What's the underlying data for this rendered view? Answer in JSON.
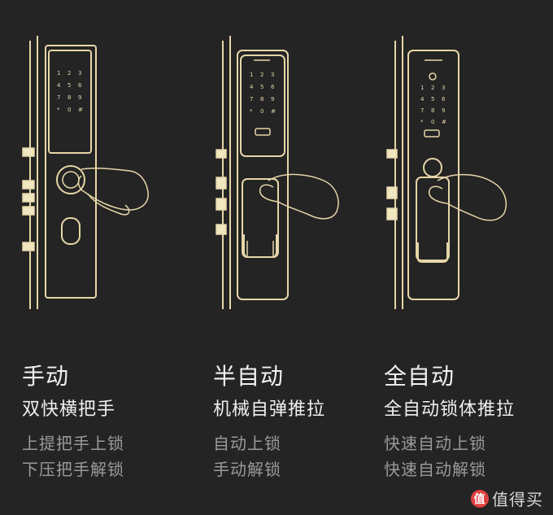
{
  "colors": {
    "background": "#242424",
    "line": "#e6d6a8",
    "text": "#f2f2f2",
    "muted": "#9a9a9a"
  },
  "locks": [
    {
      "title": "手动",
      "subtitle": "双快横把手",
      "desc": [
        "上提把手上锁",
        "下压把手解锁"
      ]
    },
    {
      "title": "半自动",
      "subtitle": "机械自弹推拉",
      "desc": [
        "自动上锁",
        "手动解锁"
      ]
    },
    {
      "title": "全自动",
      "subtitle": "全自动锁体推拉",
      "desc": [
        "快速自动上锁",
        "快速自动解锁"
      ]
    }
  ],
  "keypad": [
    "1",
    "2",
    "3",
    "4",
    "5",
    "6",
    "7",
    "8",
    "9",
    "*",
    "0",
    "#"
  ],
  "watermark": "值得买"
}
